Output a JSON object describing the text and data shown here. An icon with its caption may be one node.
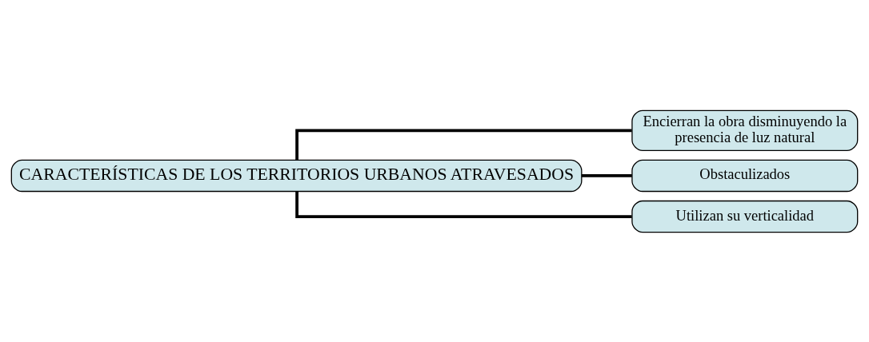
{
  "diagram": {
    "nodes": [
      {
        "text": [
          "CARACTERÍSTICAS DE LOS TERRITORIOS URBANOS ATRAVESADOS"
        ]
      },
      {
        "text": [
          "Encierran la obra disminuyendo la presencia de luz natural"
        ]
      },
      {
        "text": [
          "Obstaculizados"
        ]
      },
      {
        "text": [
          "Utilizan su verticalidad"
        ]
      }
    ],
    "edges": [
      {
        "from": 0,
        "to": 1,
        "arrow": "none"
      },
      {
        "from": 0,
        "to": 2,
        "arrow": "none"
      },
      {
        "from": 0,
        "to": 3,
        "arrow": "none"
      }
    ]
  }
}
